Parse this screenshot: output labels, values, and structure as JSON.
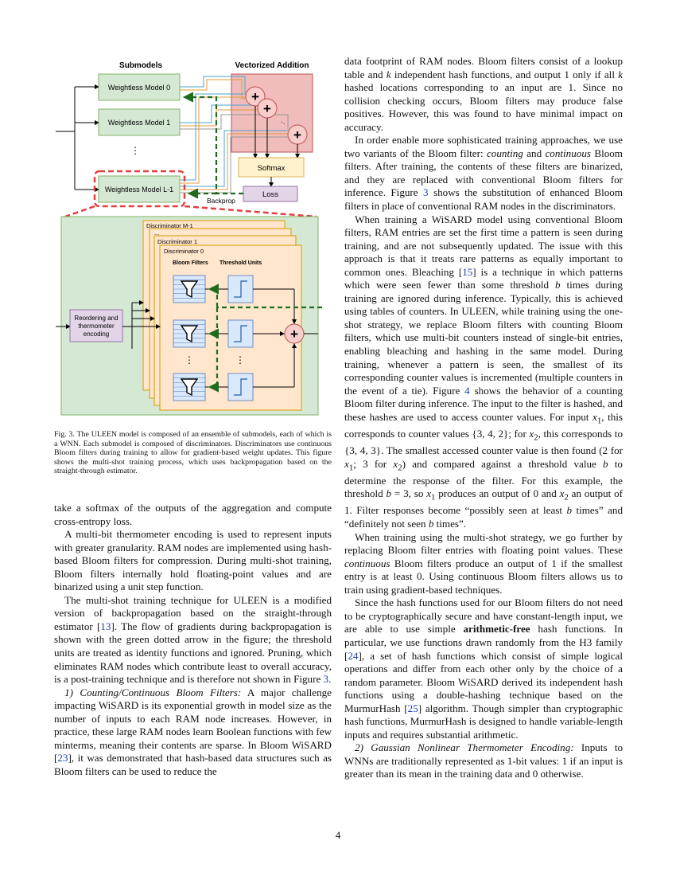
{
  "figure": {
    "submodels_title": "Submodels",
    "vectorized_title": "Vectorized Addition",
    "model_0": "Weightless Model 0",
    "model_1": "Weightless Model 1",
    "model_dots": "⋮",
    "model_l1": "Weightless Model L-1",
    "softmax": "Softmax",
    "loss": "Loss",
    "backprop": "Backprop",
    "disc_m1": "Discriminator M-1",
    "disc_dots": "...",
    "disc_1": "Discriminator 1",
    "disc_0": "Discriminator 0",
    "bloom_filters": "Bloom Filters",
    "threshold_units": "Threshold Units",
    "reorder_line1": "Reordering and",
    "reorder_line2": "thermometer",
    "reorder_line3": "encoding",
    "plus": "+"
  },
  "caption": "Fig. 3.  The ULEEN model is composed of an ensemble of submodels, each of which is a WNN. Each submodel is composed of discriminators. Discriminators use continuous Bloom filters during training to allow for gradient-based weight updates. This figure shows the multi-shot training process, which uses backpropagation based on the straight-through estimator.",
  "left": {
    "p1": "take a softmax of the outputs of the aggregation and compute cross-entropy loss.",
    "p2": "A multi-bit thermometer encoding is used to represent inputs with greater granularity. RAM nodes are implemented using hash-based Bloom filters for compression. During multi-shot training, Bloom filters internally hold floating-point values and are binarized using a unit step function.",
    "p3a": "The multi-shot training technique for ULEEN is a modified version of backpropagation based on the straight-through estimator [",
    "p3_ref1": "13",
    "p3b": "]. The flow of gradients during backpropagation is shown with the green dotted arrow in the figure; the threshold units are treated as identity functions and ignored. Pruning, which eliminates RAM nodes which contribute least to overall accuracy, is a post-training technique and is therefore not shown in Figure ",
    "p3_ref2": "3",
    "p3c": ".",
    "p4_head": "1) Counting/Continuous Bloom Filters:",
    "p4a": " A major challenge impacting WiSARD is its exponential growth in model size as the number of inputs to each RAM node increases. However, in practice, these large RAM nodes learn Boolean functions with few minterms, meaning their contents are sparse. In Bloom WiSARD [",
    "p4_ref": "23",
    "p4b": "], it was demonstrated that hash-based data structures such as Bloom filters can be used to reduce the"
  },
  "right": {
    "p0a": "data footprint of RAM nodes. Bloom filters consist of a lookup table and ",
    "p0_k1": "k",
    "p0b": " independent hash functions, and output 1 only if all ",
    "p0_k2": "k",
    "p0c": " hashed locations corresponding to an input are 1. Since no collision checking occurs, Bloom filters may produce false positives. However, this was found to have minimal impact on accuracy.",
    "p1a": "In order enable more sophisticated training approaches, we use two variants of the Bloom filter: ",
    "p1_counting": "counting",
    "p1b": " and ",
    "p1_continuous": "continuous",
    "p1c": " Bloom filters. After training, the contents of these filters are binarized, and they are replaced with conventional Bloom filters for inference. Figure ",
    "p1_ref": "3",
    "p1d": " shows the substitution of enhanced Bloom filters in place of conventional RAM nodes in the discriminators.",
    "p2a": "When training a WiSARD model using conventional Bloom filters, RAM entries are set the first time a pattern is seen during training, and are not subsequently updated. The issue with this approach is that it treats rare patterns as equally important to common ones. Bleaching [",
    "p2_ref1": "15",
    "p2b": "] is a technique in which patterns which were seen fewer than some threshold ",
    "p2_b1": "b",
    "p2c": " times during training are ignored during inference. Typically, this is achieved using tables of counters. In ULEEN, while training using the one-shot strategy, we replace Bloom filters with counting Bloom filters, which use multi-bit counters instead of single-bit entries, enabling bleaching and hashing in the same model. During training, whenever a pattern is seen, the smallest of its corresponding counter values is incremented (multiple counters in the event of a tie). Figure ",
    "p2_ref2": "4",
    "p2d": " shows the behavior of a counting Bloom filter during inference. The input to the filter is hashed, and these hashes are used to access counter values. For input ",
    "p2_x1a": "x",
    "p2_sub1a": "1",
    "p2e": ", this corresponds to counter values {3, 4, 2}; for ",
    "p2_x2a": "x",
    "p2_sub2a": "2",
    "p2f": ", this corresponds to {3, 4, 3}. The smallest accessed counter value is then found (2 for ",
    "p2_x1b": "x",
    "p2_sub1b": "1",
    "p2g": "; 3 for ",
    "p2_x2b": "x",
    "p2_sub2b": "2",
    "p2h": ") and compared against a threshold value ",
    "p2_b2": "b",
    "p2i": " to determine the response of the filter. For this example, the threshold ",
    "p2_b3": "b",
    "p2j": " = 3, so ",
    "p2_x1c": "x",
    "p2_sub1c": "1",
    "p2k": " produces an output of 0 and ",
    "p2_x2c": "x",
    "p2_sub2c": "2",
    "p2l": " an output of 1. Filter responses become “possibly seen at least ",
    "p2_b4": "b",
    "p2m": " times” and “definitely not seen ",
    "p2_b5": "b",
    "p2n": " times”.",
    "p3a": "When training using the multi-shot strategy, we go further by replacing Bloom filter entries with floating point values. These ",
    "p3_continuous": "continuous",
    "p3b": " Bloom filters produce an output of 1 if the smallest entry is at least 0. Using continuous Bloom filters allows us to train using gradient-based techniques.",
    "p4a": "Since the hash functions used for our Bloom filters do not need to be cryptographically secure and have constant-length input, we are able to use simple ",
    "p4_bold": "arithmetic-free",
    "p4b": " hash functions. In particular, we use functions drawn randomly from the H3 family [",
    "p4_ref1": "24",
    "p4c": "], a set of hash functions which consist of simple logical operations and differ from each other only by the choice of a random parameter. Bloom WiSARD derived its independent hash functions using a double-hashing technique based on the MurmurHash [",
    "p4_ref2": "25",
    "p4d": "] algorithm. Though simpler than cryptographic hash functions, MurmurHash is designed to handle variable-length inputs and requires substantial arithmetic.",
    "p5_head": "2) Gaussian Nonlinear Thermometer Encoding:",
    "p5a": " Inputs to WNNs are traditionally represented as 1-bit values: 1 if an input is greater than its mean in the training data and 0 otherwise."
  },
  "page_number": "4"
}
